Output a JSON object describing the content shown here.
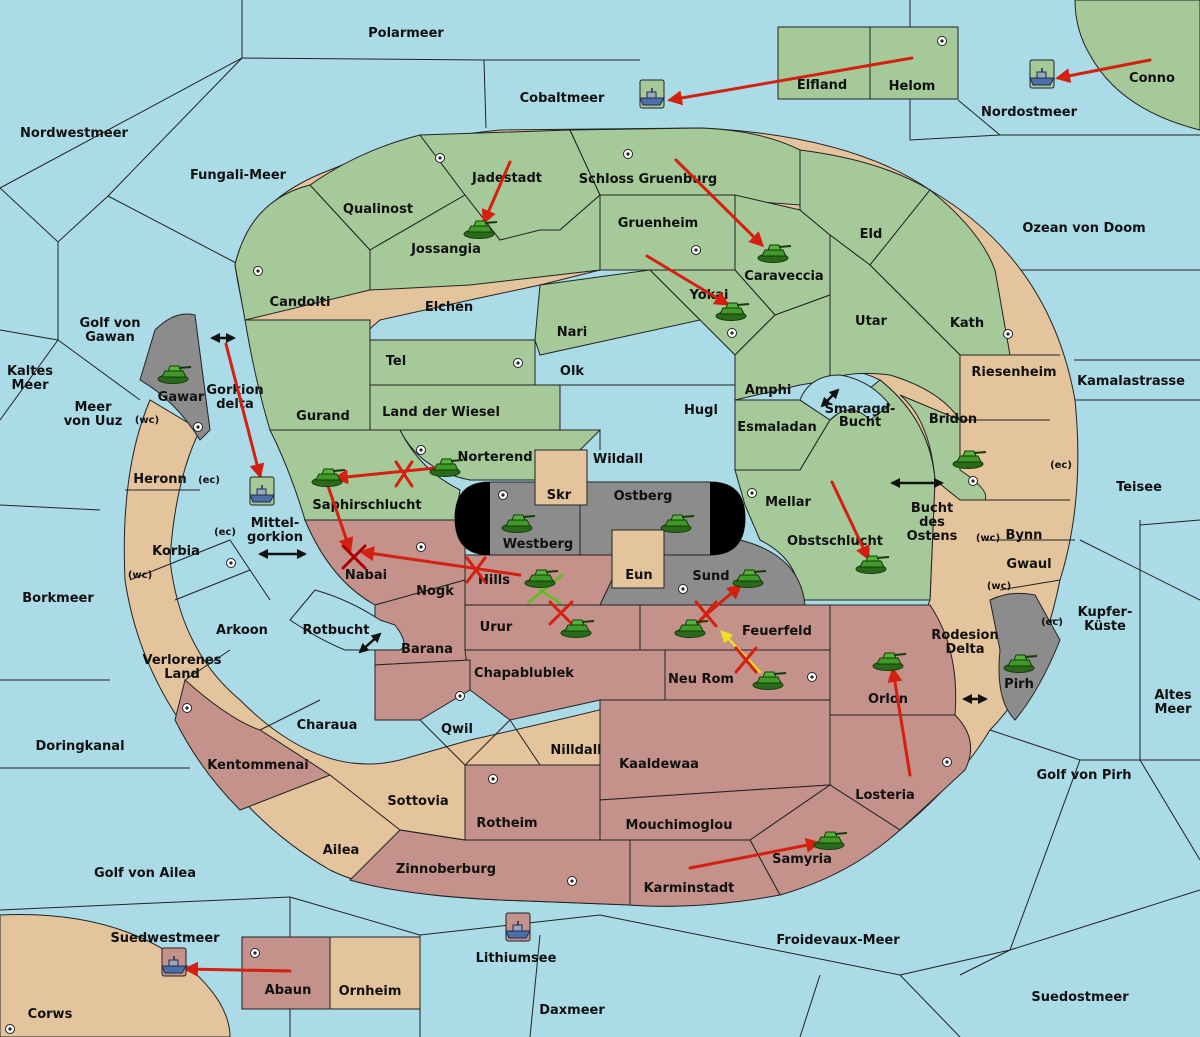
{
  "colors": {
    "sea": "#aadbe7",
    "green_power": "#a6c99a",
    "tan_power": "#e3c49c",
    "red_power": "#c4928a",
    "neutral": "#8c8c8c",
    "order_arrow": "#d42010",
    "support_green": "#58c020",
    "support_yellow": "#f0e020"
  },
  "icons": {
    "army": "tank-icon",
    "fleet": "ship-icon",
    "supply_center": "supply-center-dot-icon",
    "failed_order": "x-mark-icon",
    "canal_crossing": "double-arrow-icon"
  },
  "seas": {
    "polarmeer": "Polarmeer",
    "cobaltmeer": "Cobaltmeer",
    "nordostmeer": "Nordostmeer",
    "nordwestmeer": "Nordwestmeer",
    "fungali": "Fungali-Meer",
    "ozean": "Ozean von Doom",
    "golf_gawan": "Golf von\nGawan",
    "kaltes": "Kaltes\nMeer",
    "meer_uuz": "Meer\nvon Uuz",
    "kamala": "Kamalastrasse",
    "smaragd": "Smaragd-\nBucht",
    "teisee": "Teisee",
    "bucht_ostens": "Bucht\ndes\nOstens",
    "mittelgorkion": "Mittel-\ngorkion",
    "borkmeer": "Borkmeer",
    "kupfer": "Kupfer-\nKüste",
    "rotbucht": "Rotbucht",
    "rodesion": "Rodesion\nDelta",
    "altes": "Altes\nMeer",
    "doringkanal": "Doringkanal",
    "golf_pirh": "Golf von Pirh",
    "golf_ailea": "Golf von Ailea",
    "suedwestmeer": "Suedwestmeer",
    "lithiumsee": "Lithiumsee",
    "froidevaux": "Froidevaux-Meer",
    "suedostmeer": "Suedostmeer",
    "corws": "Corws",
    "daxmeer": "Daxmeer"
  },
  "provinces": {
    "elfland": "Elfland",
    "helom": "Helom",
    "conno": "Conno",
    "gorkion_delta": "Gorkion\ndelta",
    "jadestadt": "Jadestadt",
    "schloss": "Schloss Gruenburg",
    "qualinost": "Qualinost",
    "jossangia": "Jossangia",
    "gruenheim": "Gruenheim",
    "eld": "Eld",
    "caraveccia": "Caraveccia",
    "candolti": "Candolti",
    "elchen": "Elchen",
    "yokai": "Yokai",
    "nari": "Nari",
    "utar": "Utar",
    "kath": "Kath",
    "tel": "Tel",
    "olk": "Olk",
    "gawar": "Gawar",
    "amphi": "Amphi",
    "riesenheim": "Riesenheim",
    "gurand": "Gurand",
    "land_wiesel": "Land der Wiesel",
    "hugl": "Hugl",
    "esmaladan": "Esmaladan",
    "bridon": "Bridon",
    "norterend": "Norterend",
    "wildall": "Wildall",
    "heronn": "Heronn",
    "skr": "Skr",
    "ostberg": "Ostberg",
    "mellar": "Mellar",
    "saphir": "Saphirschlucht",
    "westberg": "Westberg",
    "bynn": "Bynn",
    "korbia": "Korbia",
    "obstschlucht": "Obstschlucht",
    "nabai": "Nabai",
    "eun": "Eun",
    "gwaul": "Gwaul",
    "hills": "Hills",
    "sund": "Sund",
    "nogk": "Nogk",
    "arkoon": "Arkoon",
    "urur": "Urur",
    "feuerfeld": "Feuerfeld",
    "barana": "Barana",
    "verlorenes": "Verlorenes\nLand",
    "chapablublek": "Chapablublek",
    "neu_rom": "Neu Rom",
    "pirh": "Pirh",
    "orlon": "Orlon",
    "charaua": "Charaua",
    "qwil": "Qwil",
    "nilldall": "Nilldall",
    "kentommenai": "Kentommenai",
    "kaaldewaa": "Kaaldewaa",
    "losteria": "Losteria",
    "sottovia": "Sottovia",
    "rotheim": "Rotheim",
    "mouchimoglou": "Mouchimoglou",
    "ailea": "Ailea",
    "samyria": "Samyria",
    "zinnoberburg": "Zinnoberburg",
    "karminstadt": "Karminstadt",
    "abaun": "Abaun",
    "ornheim": "Ornheim"
  },
  "coasts": {
    "wc": "(wc)",
    "ec": "(ec)"
  }
}
